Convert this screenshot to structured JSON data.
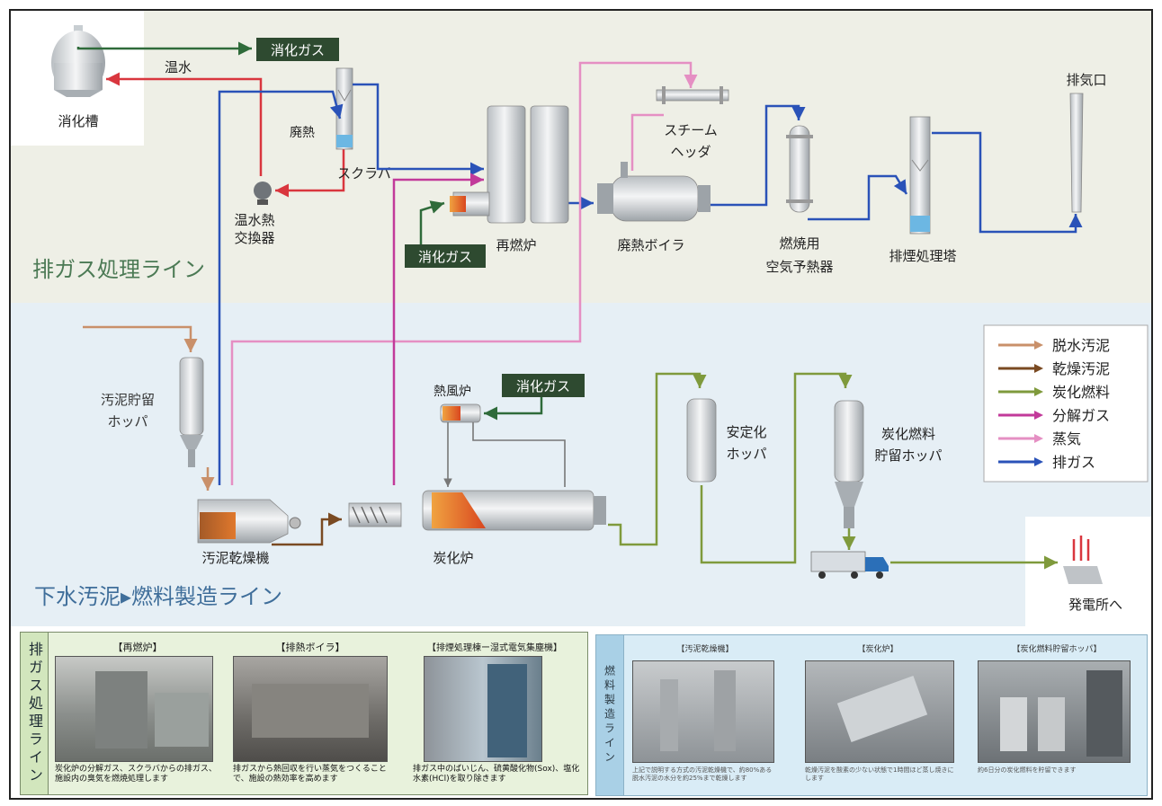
{
  "exhaust_line": {
    "title": "排ガス処理ライン",
    "digester": "消化槽",
    "hot_water": "温水",
    "digestion_gas_top": "消化ガス",
    "waste_heat": "廃熱",
    "scrubber": "スクラバ",
    "heat_exchanger_1": "温水熱",
    "heat_exchanger_2": "交換器",
    "reburn_furnace": "再燃炉",
    "digestion_gas_mid": "消化ガス",
    "steam_header_1": "スチーム",
    "steam_header_2": "ヘッダ",
    "waste_heat_boiler": "廃熱ボイラ",
    "air_preheater_1": "燃焼用",
    "air_preheater_2": "空気予熱器",
    "flue_gas_tower": "排煙処理塔",
    "exhaust_outlet": "排気口"
  },
  "fuel_line": {
    "title": "下水汚泥▸燃料製造ライン",
    "sludge_hopper_1": "汚泥貯留",
    "sludge_hopper_2": "ホッパ",
    "hot_air_furnace": "熱風炉",
    "digestion_gas": "消化ガス",
    "sludge_dryer": "汚泥乾燥機",
    "carbonization_furnace": "炭化炉",
    "stabilization_hopper_1": "安定化",
    "stabilization_hopper_2": "ホッパ",
    "fuel_hopper_1": "炭化燃料",
    "fuel_hopper_2": "貯留ホッパ",
    "power_plant": "発電所へ"
  },
  "legend": [
    {
      "label": "脱水汚泥",
      "color": "#c9906a"
    },
    {
      "label": "乾燥汚泥",
      "color": "#7a4a22"
    },
    {
      "label": "炭化燃料",
      "color": "#7f9a3c"
    },
    {
      "label": "分解ガス",
      "color": "#c23a9a"
    },
    {
      "label": "蒸気",
      "color": "#e58fc3"
    },
    {
      "label": "排ガス",
      "color": "#2a52b8"
    }
  ],
  "exhaust_panel": {
    "title": "排ガス処理ライン",
    "items": [
      {
        "caption": "【再燃炉】",
        "desc": "炭化炉の分解ガス、スクラバからの排ガス、施設内の臭気を燃焼処理します"
      },
      {
        "caption": "【排熱ボイラ】",
        "desc": "排ガスから熱回収を行い蒸気をつくることで、施設の熱効率を高めます"
      },
      {
        "caption": "【排煙処理棟ー湿式電気集塵機】",
        "desc": "排ガス中のばいじん、硫黄酸化物(Sox)、塩化水素(HCl)を取り除きます"
      }
    ]
  },
  "fuel_panel": {
    "title": "燃料製造ライン",
    "items": [
      {
        "caption": "【汚泥乾燥機】",
        "desc": "上記で説明する方式の汚泥乾燥機で、約80%ある脱水汚泥の水分を約25%まで乾燥します"
      },
      {
        "caption": "【炭化炉】",
        "desc": "乾燥汚泥を酸素の少ない状態で1時間ほど蒸し焼きにします"
      },
      {
        "caption": "【炭化燃料貯留ホッパ】",
        "desc": "約6日分の炭化燃料を貯留できます"
      }
    ]
  }
}
